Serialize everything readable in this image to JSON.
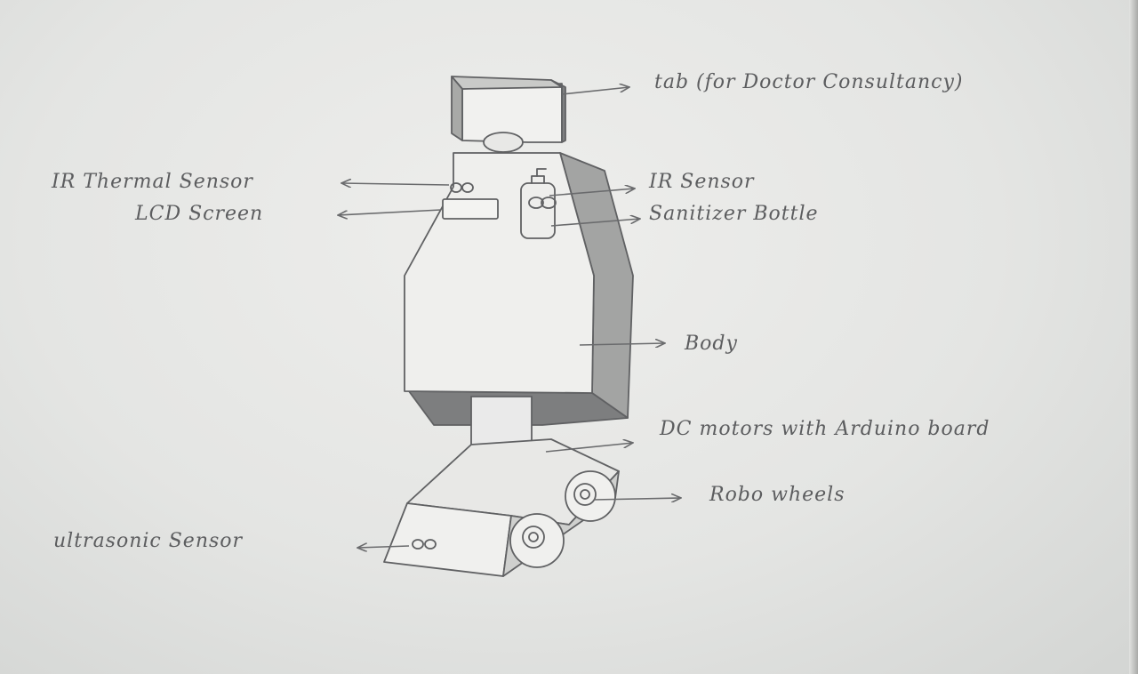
{
  "labels": {
    "tab": "tab (for Doctor Consultancy)",
    "ir_thermal": "IR Thermal Sensor",
    "lcd": "LCD Screen",
    "ir_sensor": "IR Sensor",
    "sanitizer": "Sanitizer Bottle",
    "body": "Body",
    "dc_motors": "DC motors with Arduino board",
    "wheels": "Robo wheels",
    "ultrasonic": "ultrasonic Sensor"
  },
  "colors": {
    "pencil": "#5f6062",
    "shade": "#8e8f90",
    "paper": "#e9eae8"
  }
}
